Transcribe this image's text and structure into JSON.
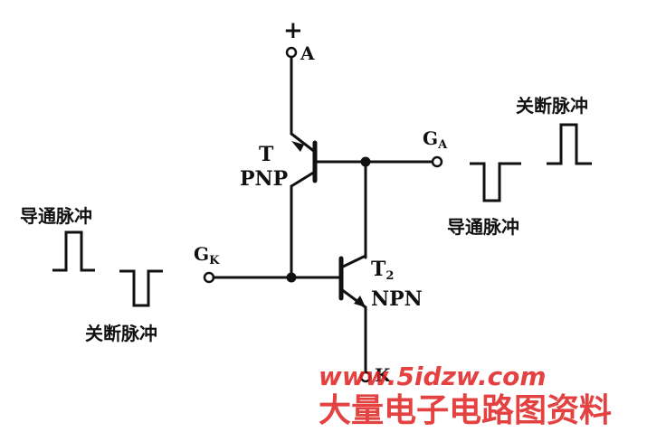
{
  "labels": {
    "plus": "+",
    "anode": "A",
    "pnp_name": "T",
    "pnp_type": "PNP",
    "npn_name": "T",
    "npn_sub": "2",
    "npn_type": "NPN",
    "gate_a": "G",
    "gate_a_sub": "A",
    "gate_k": "G",
    "gate_k_sub": "K",
    "cathode": "K"
  },
  "pulses": {
    "left_on": "导通脉冲",
    "left_off": "关断脉冲",
    "right_off": "关断脉冲",
    "right_on": "导通脉冲"
  },
  "watermark": {
    "url": "www.5idzw.com",
    "text": "大量电子电路图资料"
  },
  "colors": {
    "ink": "#111111",
    "watermark": "#e02020"
  }
}
